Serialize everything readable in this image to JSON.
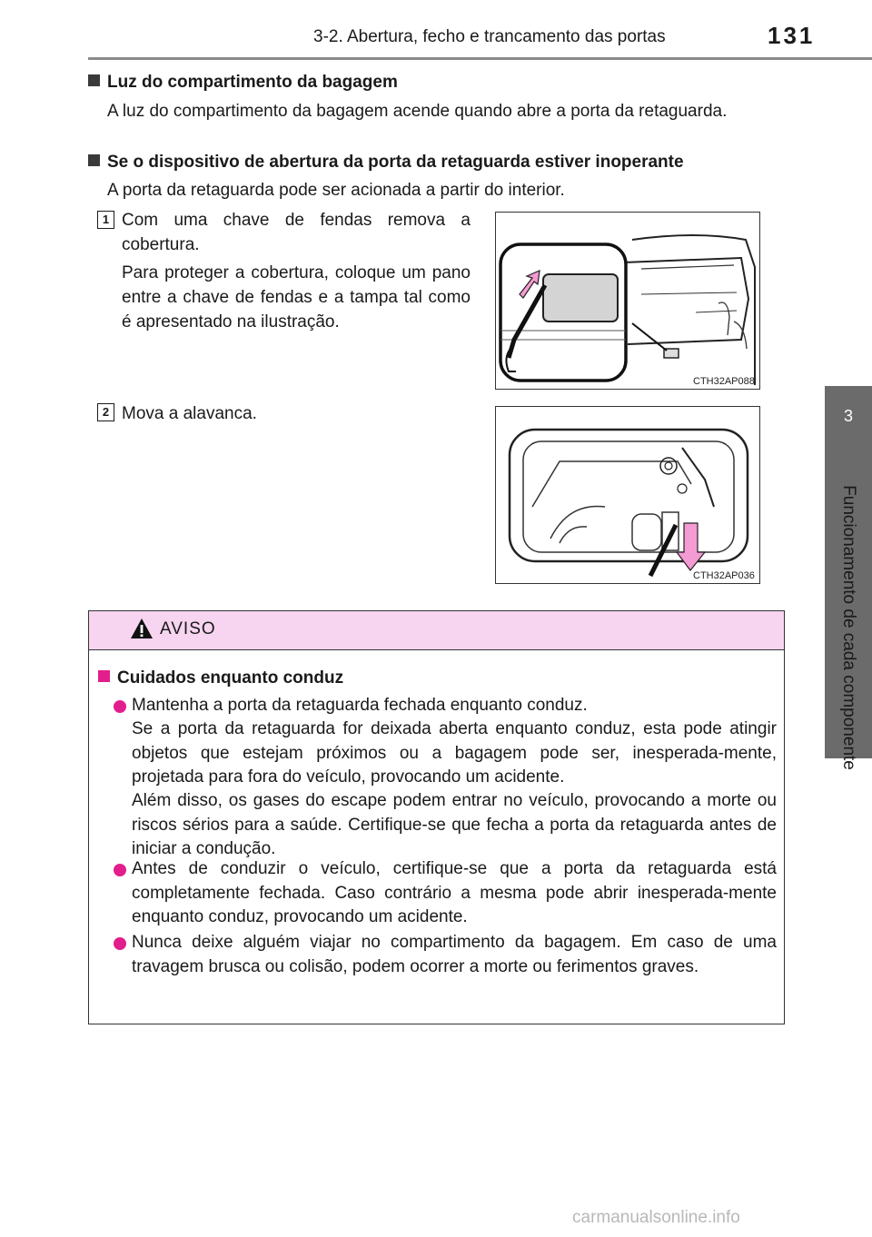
{
  "header": {
    "title": "3-2. Abertura, fecho e trancamento das portas",
    "page_number": "131"
  },
  "side_tab": {
    "chapter": "3",
    "label": "Funcionamento de cada componente"
  },
  "sections": [
    {
      "heading": "Luz do compartimento da bagagem",
      "text": "A luz do compartimento da bagagem acende quando abre a porta da retaguarda."
    },
    {
      "heading": "Se o dispositivo de abertura da porta da retaguarda estiver inoperante",
      "text": "A porta da retaguarda pode ser acionada a partir do interior."
    }
  ],
  "steps": [
    {
      "number": "1",
      "text": "Com uma chave de fendas remova a cobertura.",
      "note": "Para proteger a cobertura, coloque um pano entre a chave de fendas e a tampa tal como é apresentado na ilustração.",
      "figure_code": "CTH32AP088"
    },
    {
      "number": "2",
      "text": "Mova a alavanca.",
      "figure_code": "CTH32AP036"
    }
  ],
  "warning": {
    "title": "AVISO",
    "heading": "Cuidados enquanto conduz",
    "bullets": [
      {
        "lead": "Mantenha a porta da retaguarda fechada enquanto conduz.",
        "p1": "Se a porta da retaguarda for deixada aberta enquanto conduz, esta pode atingir objetos que estejam próximos ou a bagagem pode ser, inesperada-mente, projetada para fora do veículo, provocando um acidente.",
        "p2": "Além disso, os gases do escape podem entrar no veículo, provocando a morte ou riscos sérios para a saúde. Certifique-se que fecha a porta da retaguarda antes de iniciar a condução."
      },
      {
        "lead": "Antes de conduzir o veículo, certifique-se que a porta da retaguarda está completamente fechada. Caso contrário a mesma pode abrir inesperada-mente enquanto conduz, provocando um acidente."
      },
      {
        "lead": "Nunca deixe alguém viajar no compartimento da bagagem. Em caso de uma travagem brusca ou colisão, podem ocorrer a morte ou ferimentos graves."
      }
    ],
    "colors": {
      "header_bg": "#f7d4ef",
      "accent": "#e21e8c"
    }
  },
  "watermark": "carmanualsonline.info"
}
